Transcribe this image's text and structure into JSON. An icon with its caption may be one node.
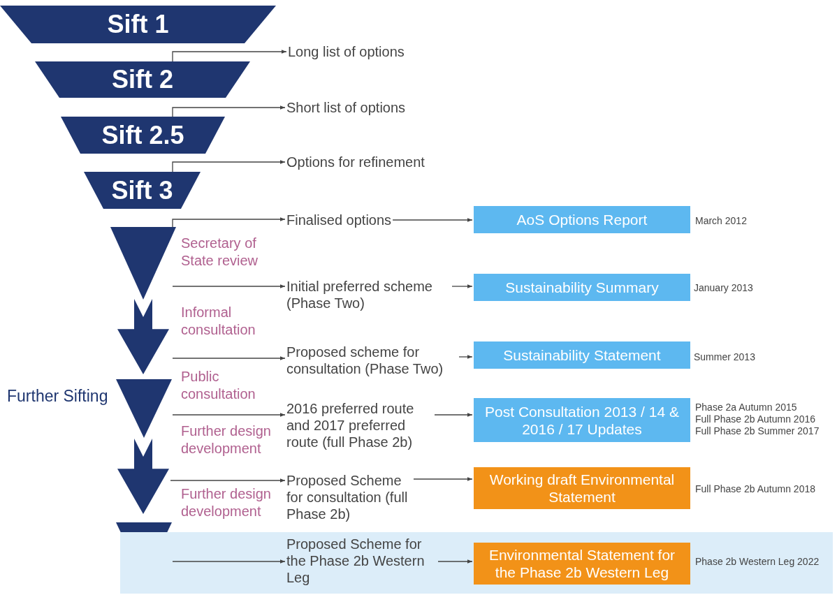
{
  "diagram": {
    "nodes": [
      {
        "text": [
          "Sift 1"
        ]
      },
      {
        "text": [
          "Sift 2"
        ]
      },
      {
        "text": [
          "Sift 2.5"
        ]
      },
      {
        "text": [
          "Sift 3"
        ]
      },
      {
        "text": [],
        "shape": "triangle"
      },
      {
        "text": [],
        "shape": "arrow"
      },
      {
        "text": [],
        "shape": "triangle"
      },
      {
        "text": [],
        "shape": "arrow"
      },
      {
        "text": [],
        "shape": "triangle"
      },
      {
        "text": [
          "Long list of options"
        ]
      },
      {
        "text": [
          "Short list of options"
        ]
      },
      {
        "text": [
          "Options for refinement"
        ]
      },
      {
        "text": [
          "Finalised options"
        ]
      },
      {
        "text": [
          "AoS Options Report"
        ],
        "beside": [
          "March 2012"
        ]
      },
      {
        "text": [
          "Initial preferred scheme (Phase Two)"
        ]
      },
      {
        "text": [
          "Sustainability Summary"
        ],
        "beside": [
          "January 2013"
        ]
      },
      {
        "text": [
          "Proposed scheme for consultation (Phase Two)"
        ]
      },
      {
        "text": [
          "Sustainability Statement"
        ],
        "beside": [
          "Summer 2013"
        ]
      },
      {
        "text": [
          "2016 preferred route and 2017 preferred route (full Phase 2b)"
        ]
      },
      {
        "text": [
          "Post Consultation 2013 / 14 & 2016 / 17 Updates"
        ],
        "beside": [
          "Phase 2a Autumn 2015",
          "Full Phase 2b Autumn 2016",
          "Full Phase 2b Summer 2017"
        ]
      },
      {
        "text": [
          "Proposed Scheme for consultation (full Phase 2b)"
        ]
      },
      {
        "text": [
          "Working draft Environmental Statement"
        ],
        "beside": [
          "Full Phase 2b Autumn 2018"
        ]
      },
      {
        "text": [],
        "shape": "box"
      },
      {
        "text": [
          "Proposed Scheme for the Phase 2b Western Leg"
        ],
        "in": 22
      },
      {
        "text": [
          "Environmental Statement for the Phase 2b Western Leg"
        ],
        "in": 22,
        "beside": [
          "Phase 2b Western Leg 2022"
        ]
      }
    ],
    "edges": [
      {
        "from": 1,
        "to": 9,
        "arrow": "to"
      },
      {
        "from": 2,
        "to": 10,
        "arrow": "to"
      },
      {
        "from": 3,
        "to": 11,
        "arrow": "to"
      },
      {
        "from": 4,
        "to": 12,
        "arrow": "to"
      },
      {
        "from": 12,
        "to": 13,
        "arrow": "to"
      },
      {
        "from": null,
        "to": 14,
        "arrow": "to"
      },
      {
        "from": 14,
        "to": 15,
        "arrow": "to"
      },
      {
        "from": null,
        "to": 16,
        "arrow": "to"
      },
      {
        "from": 16,
        "to": 17,
        "arrow": "to"
      },
      {
        "from": null,
        "to": 18,
        "arrow": "to"
      },
      {
        "from": 18,
        "to": 19,
        "arrow": "to"
      },
      {
        "from": 7,
        "to": 20,
        "arrow": "to"
      },
      {
        "from": 20,
        "to": 21,
        "arrow": "to"
      },
      {
        "from": null,
        "to": 23,
        "arrow": "to"
      },
      {
        "from": 23,
        "to": 24,
        "arrow": "to"
      }
    ],
    "labels": [
      "Secretary of State review",
      "Informal consultation",
      "Public consultation",
      "Further Sifting",
      "Further design development",
      "Further design development"
    ]
  }
}
